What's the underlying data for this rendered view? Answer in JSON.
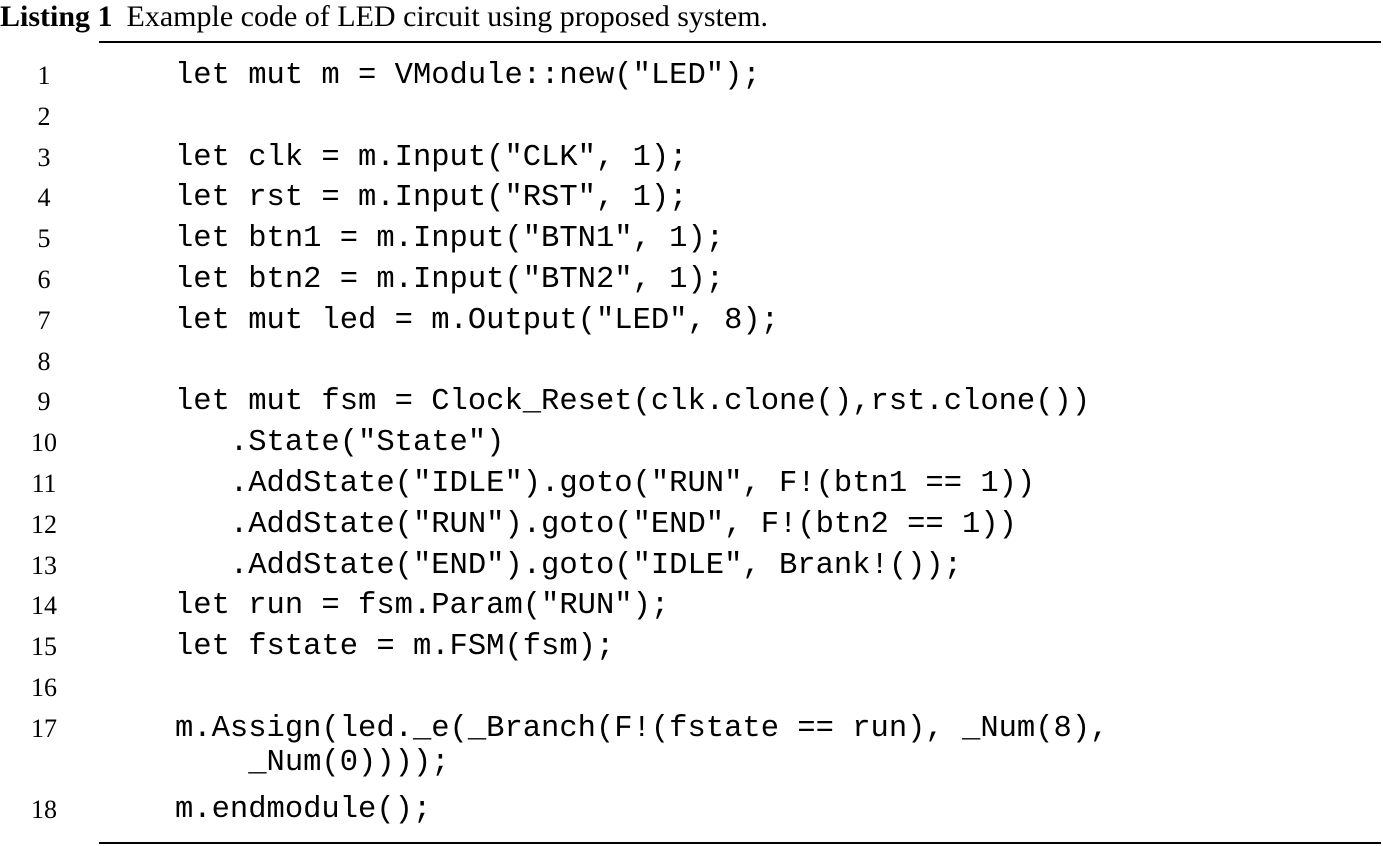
{
  "caption": {
    "label": "Listing 1",
    "text": "Example code of LED circuit using proposed system."
  },
  "lines": [
    {
      "no": "1",
      "code": "let mut m = VModule::new(\"LED\");"
    },
    {
      "no": "2",
      "code": ""
    },
    {
      "no": "3",
      "code": "let clk = m.Input(\"CLK\", 1);"
    },
    {
      "no": "4",
      "code": "let rst = m.Input(\"RST\", 1);"
    },
    {
      "no": "5",
      "code": "let btn1 = m.Input(\"BTN1\", 1);"
    },
    {
      "no": "6",
      "code": "let btn2 = m.Input(\"BTN2\", 1);"
    },
    {
      "no": "7",
      "code": "let mut led = m.Output(\"LED\", 8);"
    },
    {
      "no": "8",
      "code": ""
    },
    {
      "no": "9",
      "code": "let mut fsm = Clock_Reset(clk.clone(),rst.clone())"
    },
    {
      "no": "10",
      "code": "   .State(\"State\")"
    },
    {
      "no": "11",
      "code": "   .AddState(\"IDLE\").goto(\"RUN\", F!(btn1 == 1))"
    },
    {
      "no": "12",
      "code": "   .AddState(\"RUN\").goto(\"END\", F!(btn2 == 1))"
    },
    {
      "no": "13",
      "code": "   .AddState(\"END\").goto(\"IDLE\", Brank!());"
    },
    {
      "no": "14",
      "code": "let run = fsm.Param(\"RUN\");"
    },
    {
      "no": "15",
      "code": "let fstate = m.FSM(fsm);"
    },
    {
      "no": "16",
      "code": ""
    },
    {
      "no": "17",
      "code": "m.Assign(led._e(_Branch(F!(fstate == run), _Num(8),",
      "cont": "    _Num(0))));"
    },
    {
      "no": "18",
      "code": "m.endmodule();"
    }
  ]
}
